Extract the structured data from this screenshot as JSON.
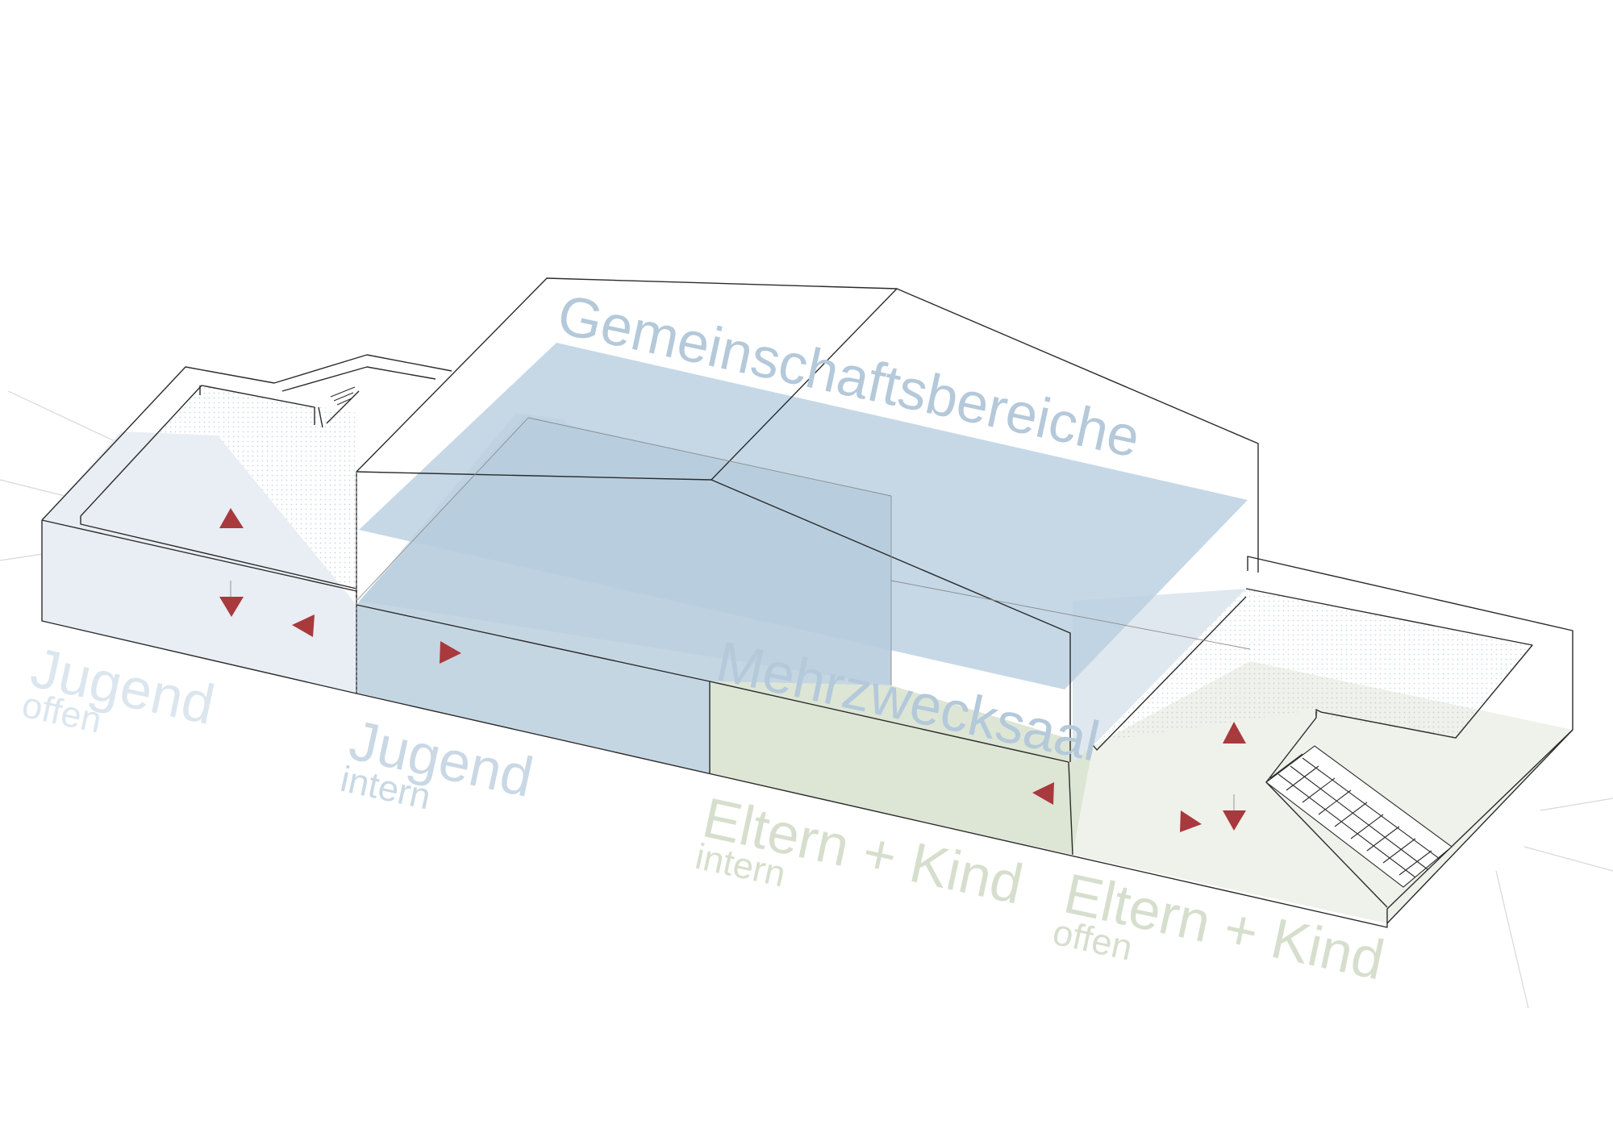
{
  "labels": {
    "community": "Gemeinschaftsbereiche",
    "hall": "Mehrzwecksaal",
    "youth_open_main": "Jugend",
    "youth_open_sub": "offen",
    "youth_internal_main": "Jugend",
    "youth_internal_sub": "intern",
    "family_internal_main": "Eltern + Kind",
    "family_internal_sub": "intern",
    "family_open_main": "Eltern + Kind",
    "family_open_sub": "offen"
  },
  "colors": {
    "outline": "#2b2b2b",
    "blue_zone": "#b7cadb",
    "blue_text": "#b4c9da",
    "green_zone": "#dde5d5",
    "green_text": "#d6dfcd",
    "arrow": "#a8393d"
  }
}
